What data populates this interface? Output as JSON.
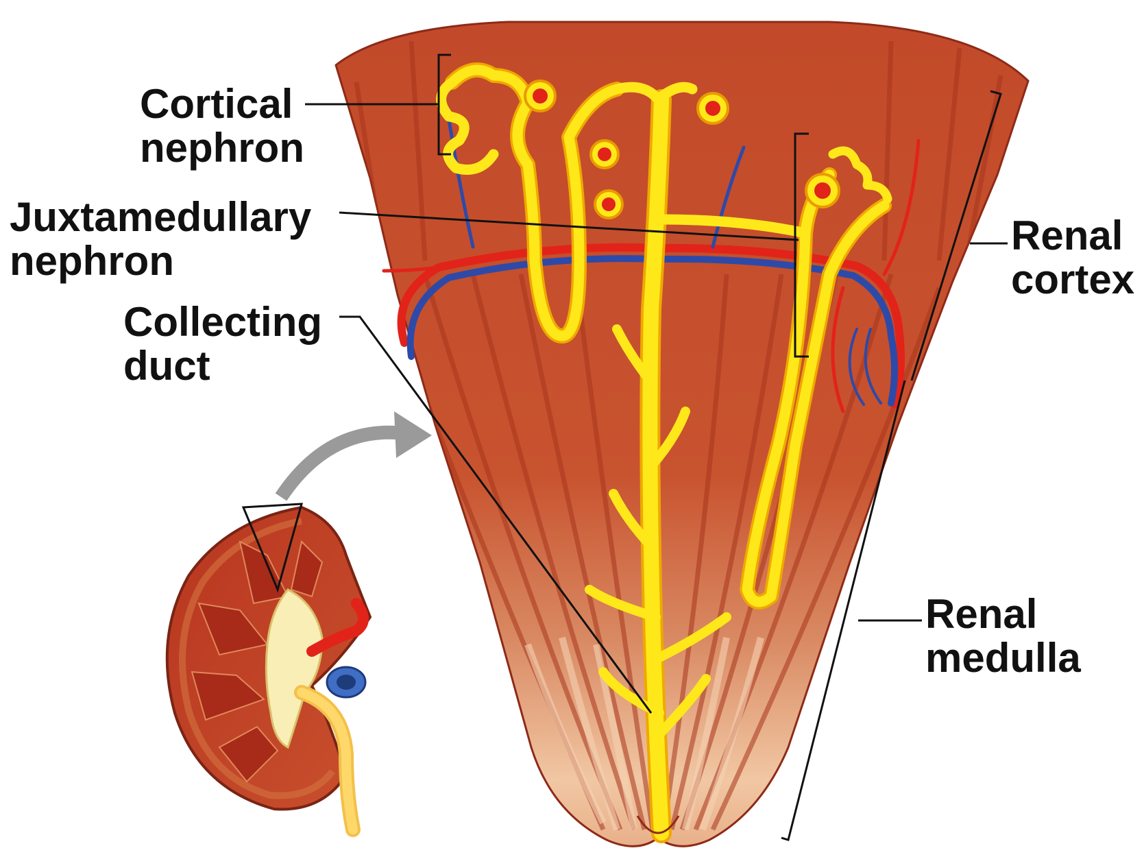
{
  "labels": {
    "cortical": [
      "Cortical",
      "nephron"
    ],
    "juxtamedullary": [
      "Juxtamedullary",
      "nephron"
    ],
    "collecting": [
      "Collecting",
      "duct"
    ],
    "cortex": [
      "Renal",
      "cortex"
    ],
    "medulla": [
      "Renal",
      "medulla"
    ]
  },
  "colors": {
    "tissue": "#c9502e",
    "tissue_dark": "#9e2e1a",
    "tissue_light": "#f3c7a2",
    "nephron": "#ffe81a",
    "nephron_outline": "#e89b00",
    "artery": "#e2231a",
    "vein": "#2e4aa8",
    "leader": "#111111",
    "arrow": "#9a9a9a"
  }
}
